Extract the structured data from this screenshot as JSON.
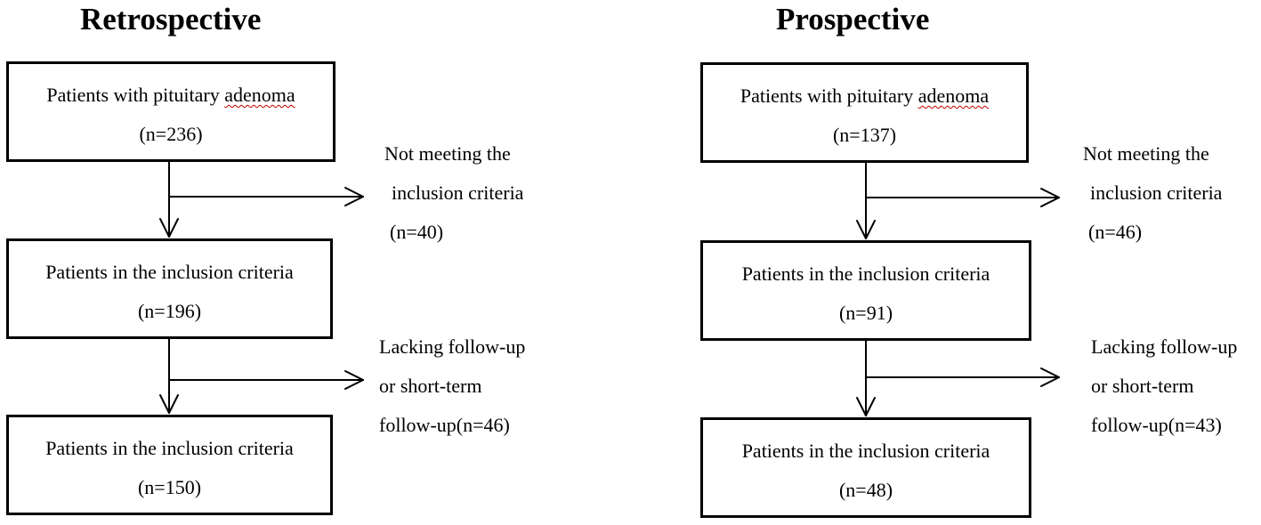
{
  "retrospective": {
    "title": "Retrospective",
    "box1": {
      "line1_prefix": "Patients with pituitary ",
      "line1_flagged": "adenoma",
      "line2": "(n=236)"
    },
    "exclusion1": {
      "line1": "Not meeting the",
      "line2": "inclusion criteria",
      "line3": "(n=40)"
    },
    "box2": {
      "line1": "Patients in the inclusion criteria",
      "line2": "(n=196)"
    },
    "exclusion2": {
      "line1": "Lacking follow-up",
      "line2": "or short-term",
      "line3": "follow-up(n=46)"
    },
    "box3": {
      "line1": "Patients in the inclusion criteria",
      "line2": "(n=150)"
    }
  },
  "prospective": {
    "title": "Prospective",
    "box1": {
      "line1_prefix": "Patients with pituitary ",
      "line1_flagged": "adenoma",
      "line2": "(n=137)"
    },
    "exclusion1": {
      "line1": "Not meeting the",
      "line2": "inclusion criteria",
      "line3": "(n=46)"
    },
    "box2": {
      "line1": "Patients in the inclusion criteria",
      "line2": "(n=91)"
    },
    "exclusion2": {
      "line1": "Lacking follow-up",
      "line2": "or short-term",
      "line3": "follow-up(n=43)"
    },
    "box3": {
      "line1": "Patients in the inclusion criteria",
      "line2": "(n=48)"
    }
  },
  "colors": {
    "line": "#000000",
    "spellcheck_underline": "#c00000"
  }
}
